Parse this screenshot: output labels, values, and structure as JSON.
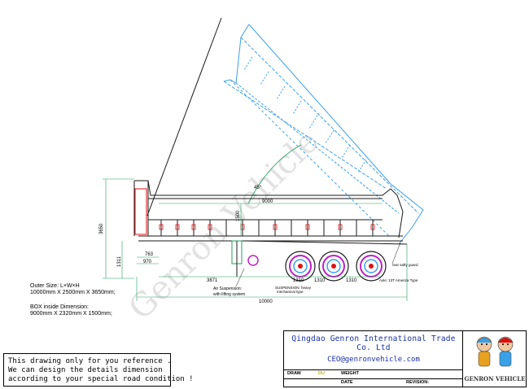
{
  "watermark": "Genron Vehicle",
  "dimensions": {
    "overall_height": "3650",
    "box_length": "9000",
    "box_height": "1500",
    "angle": "45°",
    "kingpin_763": "763",
    "kingpin_970": "970",
    "ground_1311": "1311",
    "axle_offset": "3871",
    "axle_spacing_1": "1310",
    "axle_spacing_2": "1310",
    "axle_spacing_3": "1310",
    "overall_length": "10000"
  },
  "annotations": {
    "air_suspension": [
      "Air Suspension:",
      "with lifting system"
    ],
    "suspension_type": [
      "SUSPENSION: heavy",
      "mechanical type"
    ],
    "rear_guard": "rear safty guard",
    "axles": "Axle: 13T America Type"
  },
  "specs": {
    "outer_size_label": "Outer Size: L×W×H",
    "outer_size_value": "10000mm X 2500mm X 3650mm;",
    "box_inside_label": "BOX inside Dimension:",
    "box_inside_value": "9000mm X 2320mm X 1500mm;"
  },
  "note": [
    "This drawing only for you reference .",
    "We can design the details dimension",
    "according to your special road condition !"
  ],
  "title_block": {
    "company": "Qingdao Genron International Trade Co. Ltd",
    "email": "CEO@genronvehicle.com",
    "draw_label": "DRAW",
    "draw_value": "DU",
    "weight_label": "WEIGHT",
    "date_label": "DATE",
    "revision_label": "REVISION:",
    "logo_text": "GENRON VEHICLE"
  },
  "colors": {
    "line": "#1a1a1a",
    "dimension": "#20a060",
    "tipped_body": "#3aa0e8",
    "text_blue": "#1a2fa8",
    "red": "#e01010",
    "magenta": "#c020c0"
  }
}
